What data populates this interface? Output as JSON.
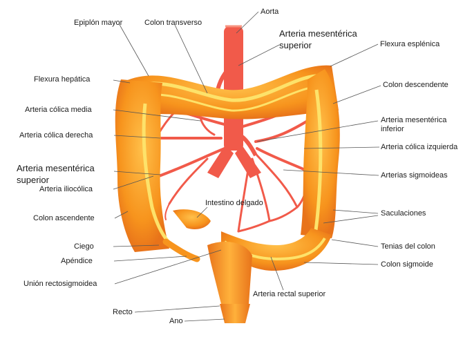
{
  "labels": {
    "aorta": "Aorta",
    "epiplon_mayor": "Epiplón mayor",
    "colon_transverso": "Colon transverso",
    "arteria_mesenterica_superior_top": "Arteria mesentérica superior",
    "flexura_esplenica": "Flexura esplénica",
    "flexura_hepatica": "Flexura hepática",
    "colon_descendente": "Colon descendente",
    "arteria_colica_media": "Arteria cólica media",
    "arteria_mesenterica_inferior": "Arteria mesentérica inferior",
    "arteria_colica_derecha": "Arteria cólica derecha",
    "arteria_colica_izquierda": "Arteria cólica izquierda",
    "arteria_mesenterica_superior_left": "Arteria mesentérica superior",
    "arterias_sigmoideas": "Arterias sigmoideas",
    "arteria_ileocolica": "Arteria iliocólica",
    "intestino_delgado": "Intestino delgado",
    "colon_ascendente": "Colon ascendente",
    "saculaciones": "Saculaciones",
    "ciego": "Ciego",
    "tenias_del_colon": "Tenias del colon",
    "apendice": "Apéndice",
    "colon_sigmoide": "Colon sigmoide",
    "union_rectosigmoidea": "Unión rectosigmoidea",
    "arteria_rectal_superior": "Arteria rectal superior",
    "recto": "Recto",
    "ano": "Ano"
  },
  "colors": {
    "colon_fill": "#f7941d",
    "colon_shadow": "#e8731a",
    "taenia": "#fde26a",
    "artery": "#f15a4a",
    "artery_light": "#f7937f",
    "leader": "#555555"
  }
}
